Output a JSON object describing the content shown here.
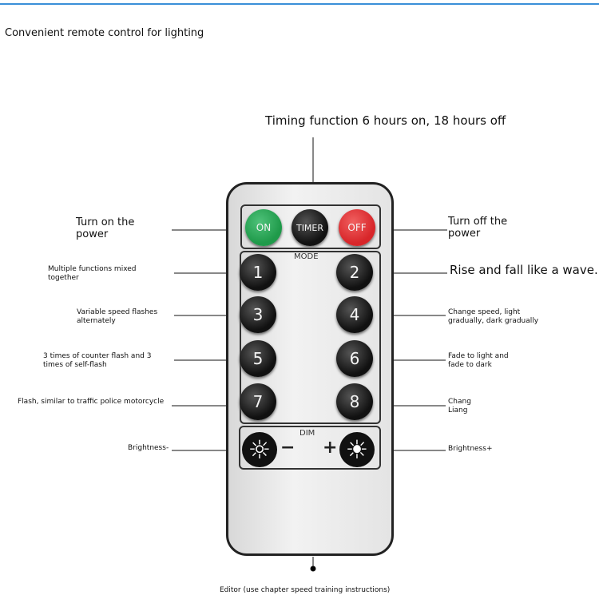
{
  "header": {
    "title": "Convenient remote control for lighting"
  },
  "annotations": {
    "timer": "Timing function 6 hours on, 18 hours off",
    "on": "Turn on the\npower",
    "off": "Turn off the\npower",
    "b1": "Multiple functions mixed\ntogether",
    "b2": "Rise and fall like a wave.",
    "b3": "Variable speed flashes\nalternately",
    "b4": "Change speed, light\ngradually, dark gradually",
    "b5": "3 times of counter flash and 3\ntimes of self-flash",
    "b6": "Fade to light and\nfade to dark",
    "b7": "Flash, similar to traffic police motorcycle",
    "b8": "Chang\nLiang",
    "dim_minus": "Brightness-",
    "dim_plus": "Brightness+",
    "bottom": "Editor (use chapter speed training instructions)"
  },
  "remote": {
    "on": "ON",
    "timer": "TIMER",
    "off": "OFF",
    "mode": "MODE",
    "dim": "DIM",
    "minus": "−",
    "plus": "+",
    "numbers": [
      "1",
      "2",
      "3",
      "4",
      "5",
      "6",
      "7",
      "8"
    ],
    "colors": {
      "on": "#1f9a4a",
      "off": "#d8262a",
      "timer": "#222222"
    }
  }
}
